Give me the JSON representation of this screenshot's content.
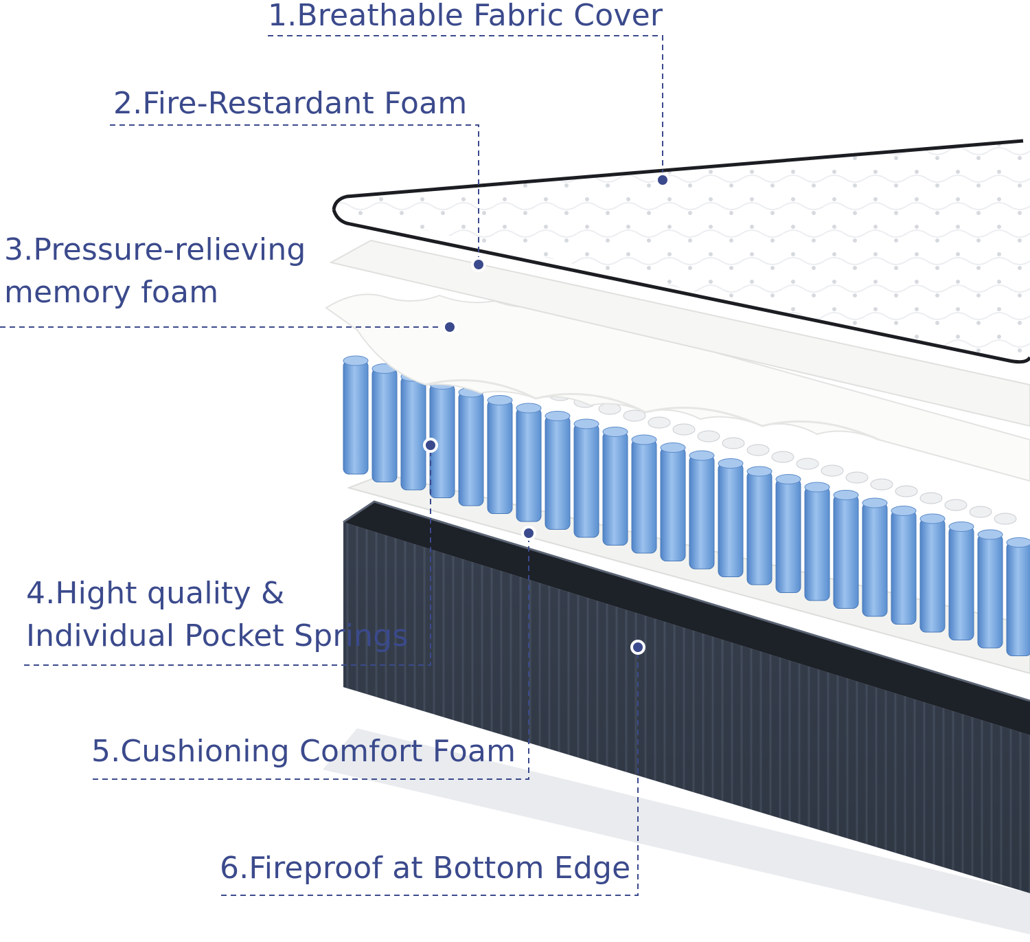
{
  "colors": {
    "label_text": "#3b4a8c",
    "leader_line": "#3b4a8c",
    "springs": "#6f9fd8",
    "base": "#2f3744"
  },
  "callouts": [
    {
      "lines": [
        "1.Breathable Fabric Cover"
      ]
    },
    {
      "lines": [
        "2.Fire-Restardant Foam"
      ]
    },
    {
      "lines": [
        "3.Pressure-relieving",
        "memory foam"
      ]
    },
    {
      "lines": [
        "4.Hight quality &",
        "Individual Pocket Springs"
      ]
    },
    {
      "lines": [
        "5.Cushioning Comfort Foam"
      ]
    },
    {
      "lines": [
        "6.Fireproof at Bottom Edge"
      ]
    }
  ]
}
